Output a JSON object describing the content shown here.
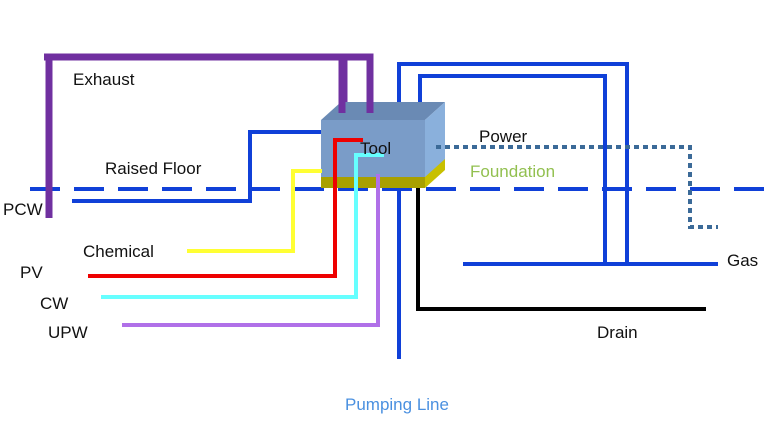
{
  "labels": {
    "exhaust": "Exhaust",
    "raised_floor": "Raised Floor",
    "pcw": "PCW",
    "chemical": "Chemical",
    "pv": "PV",
    "cw": "CW",
    "upw": "UPW",
    "tool": "Tool",
    "power": "Power",
    "foundation": "Foundation",
    "gas": "Gas",
    "drain": "Drain",
    "pumping_line": "Pumping Line"
  },
  "colors": {
    "exhaust": "#7030a0",
    "blue_line": "#1040d8",
    "chemical": "#ffff33",
    "pv": "#ee0000",
    "cw": "#66ffff",
    "upw": "#b070e8",
    "drain": "#000000",
    "power": "#3b6a98",
    "tool_front": "#7a9cc8",
    "tool_top": "#6a8ab4",
    "tool_side": "#8ab0dc",
    "foundation": "#a8a000",
    "foundation_label": "#92c050",
    "pumping_label": "#4a90e0"
  }
}
